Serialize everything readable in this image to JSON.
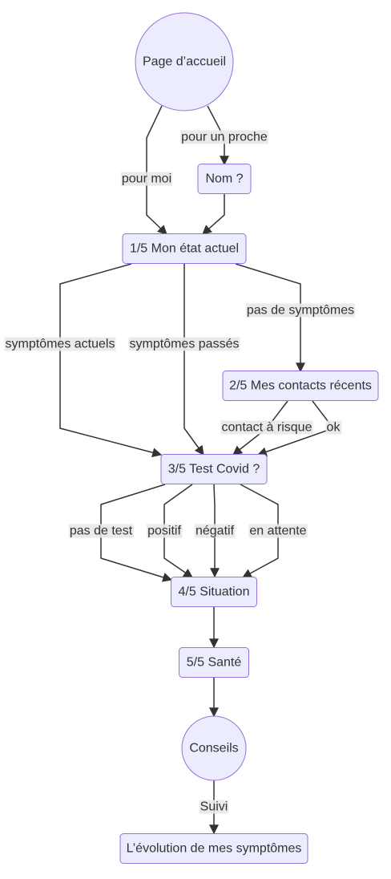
{
  "diagram": {
    "nodes": [
      {
        "id": "accueil",
        "label": "Page d’accueil",
        "shape": "circle"
      },
      {
        "id": "nom",
        "label": "Nom ?",
        "shape": "rect"
      },
      {
        "id": "etat",
        "label": "1/5 Mon état actuel",
        "shape": "rect"
      },
      {
        "id": "contacts",
        "label": "2/5 Mes contacts récents",
        "shape": "rect"
      },
      {
        "id": "test",
        "label": "3/5 Test Covid ?",
        "shape": "rect"
      },
      {
        "id": "situation",
        "label": "4/5 Situation",
        "shape": "rect"
      },
      {
        "id": "sante",
        "label": "5/5 Santé",
        "shape": "rect"
      },
      {
        "id": "conseils",
        "label": "Conseils",
        "shape": "circle"
      },
      {
        "id": "evolution",
        "label": "L’évolution de mes symptômes",
        "shape": "rect"
      }
    ],
    "edges": [
      {
        "from": "accueil",
        "to": "etat",
        "label": "pour moi"
      },
      {
        "from": "accueil",
        "to": "nom",
        "label": "pour un proche"
      },
      {
        "from": "nom",
        "to": "etat",
        "label": ""
      },
      {
        "from": "etat",
        "to": "test",
        "label": "symptômes actuels"
      },
      {
        "from": "etat",
        "to": "test",
        "label": "symptômes passés"
      },
      {
        "from": "etat",
        "to": "contacts",
        "label": "pas de symptômes"
      },
      {
        "from": "contacts",
        "to": "test",
        "label": "contact à risque"
      },
      {
        "from": "contacts",
        "to": "test",
        "label": "ok"
      },
      {
        "from": "test",
        "to": "situation",
        "label": "pas de test"
      },
      {
        "from": "test",
        "to": "situation",
        "label": "positif"
      },
      {
        "from": "test",
        "to": "situation",
        "label": "négatif"
      },
      {
        "from": "test",
        "to": "situation",
        "label": "en attente"
      },
      {
        "from": "situation",
        "to": "sante",
        "label": ""
      },
      {
        "from": "sante",
        "to": "conseils",
        "label": ""
      },
      {
        "from": "conseils",
        "to": "evolution",
        "label": "Suivi"
      }
    ]
  },
  "colors": {
    "node_fill": "#ECECFF",
    "node_stroke": "#9370DB",
    "edge": "#333333",
    "text": "#333333",
    "label_bg": "#e8e8e8"
  }
}
